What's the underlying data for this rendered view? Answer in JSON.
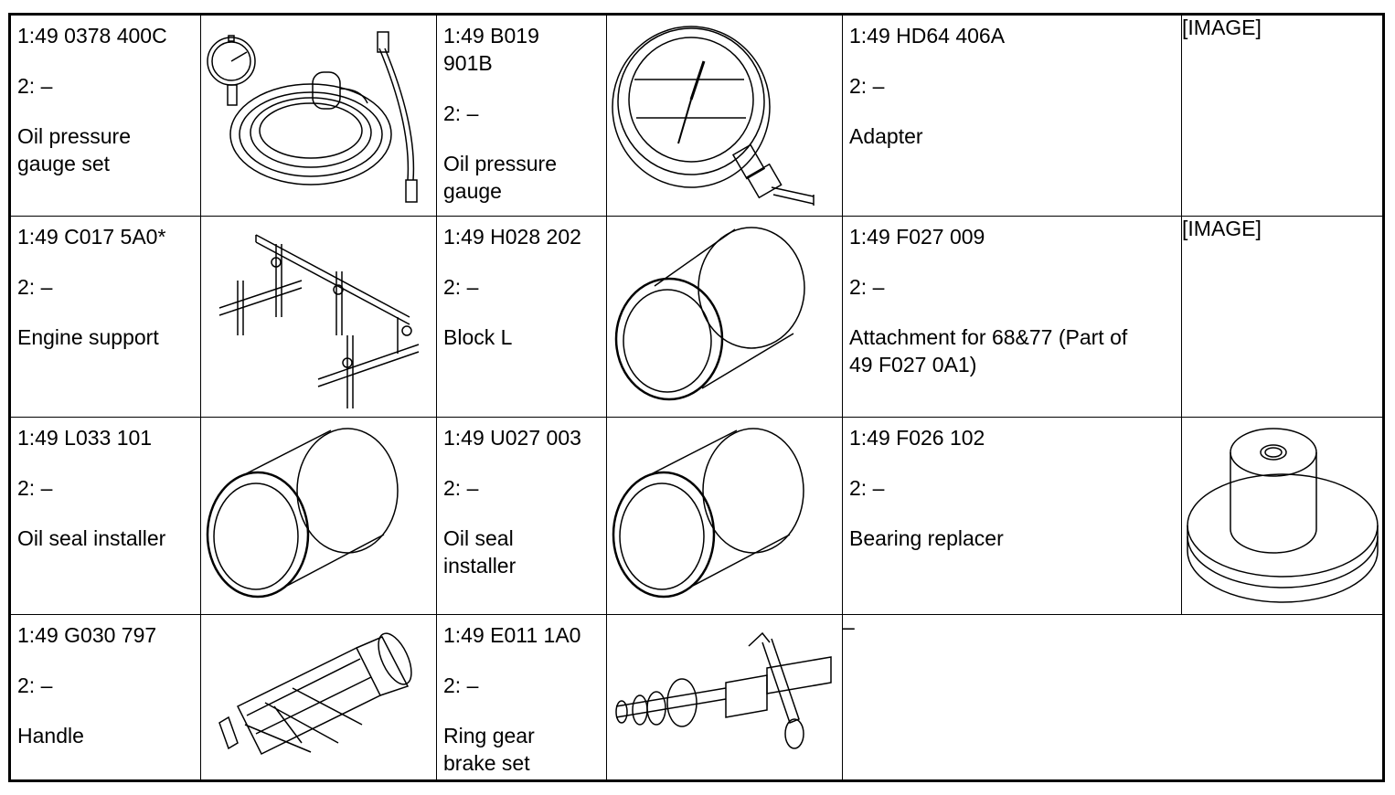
{
  "rows": [
    [
      {
        "number": "1:49 0378 400C",
        "part": "2: –",
        "name": "Oil pressure gauge set",
        "number_lines": [
          "1:49 0378 400C"
        ],
        "name_lines": [
          "Oil pressure",
          "gauge set"
        ]
      },
      {
        "number_lines": [
          "1:49 B019",
          "901B"
        ],
        "part": "2: –",
        "name_lines": [
          "Oil pressure",
          "gauge"
        ]
      },
      {
        "number_lines": [
          "1:49 HD64 406A"
        ],
        "part": "2: –",
        "name_lines": [
          "Adapter"
        ]
      }
    ]
  ],
  "cells": {
    "r1c1": {
      "l1": "1:49 0378 400C",
      "l2": "2: –",
      "l3": "Oil pressure",
      "l4": "gauge set"
    },
    "r1c2": {
      "l1": "1:49 B019",
      "l1b": "901B",
      "l2": "2: –",
      "l3": "Oil pressure",
      "l4": "gauge"
    },
    "r1c3": {
      "l1": "1:49 HD64 406A",
      "l2": "2: –",
      "l3": "Adapter"
    },
    "r2c1": {
      "l1": "1:49 C017 5A0*",
      "l2": "2: –",
      "l3": "Engine support"
    },
    "r2c2": {
      "l1": "1:49 H028 202",
      "l2": "2: –",
      "l3": "Block L"
    },
    "r2c3": {
      "l1": "1:49 F027 009",
      "l2": "2: –",
      "l3": "Attachment for 68&77 (Part of",
      "l4": "49 F027 0A1)"
    },
    "r3c1": {
      "l1": "1:49 L033 101",
      "l2": "2: –",
      "l3": "Oil seal installer"
    },
    "r3c2": {
      "l1": "1:49 U027 003",
      "l2": "2: –",
      "l3": "Oil seal",
      "l4": "installer"
    },
    "r3c3": {
      "l1": "1:49 F026 102",
      "l2": "2: –",
      "l3": "Bearing replacer"
    },
    "r4c1": {
      "l1": "1:49 G030 797",
      "l2": "2: –",
      "l3": "Handle"
    },
    "r4c2": {
      "l1": "1:49 E011 1A0",
      "l2": "2: –",
      "l3": "Ring gear",
      "l4": "brake set"
    }
  },
  "placeholders": {
    "r1": "[IMAGE]",
    "r2": "[IMAGE]"
  },
  "empty_cell": "–",
  "icons": {
    "r1c1": "oil-pressure-gauge-set-icon",
    "r1c2": "oil-pressure-gauge-icon",
    "r2c1": "engine-support-icon",
    "r2c2": "block-l-cylinder-icon",
    "r3c1": "oil-seal-installer-cylinder-icon",
    "r3c2": "oil-seal-installer-cylinder-icon",
    "r3c3": "bearing-replacer-icon",
    "r4c1": "handle-icon",
    "r4c2": "ring-gear-brake-set-icon"
  }
}
